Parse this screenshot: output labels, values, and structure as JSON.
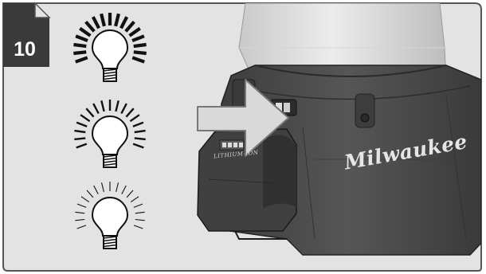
{
  "step": {
    "number": "10"
  },
  "brightness_levels": [
    {
      "icon": "bulb-high-brightness-icon",
      "level": "high"
    },
    {
      "icon": "bulb-medium-brightness-icon",
      "level": "medium"
    },
    {
      "icon": "bulb-low-brightness-icon",
      "level": "low"
    }
  ],
  "product": {
    "brand": "Milwaukee",
    "battery_label": "LITHIUM-ION"
  },
  "icons": {
    "arrow": "arrow-right-icon",
    "power_button": "power-button-icon"
  },
  "colors": {
    "badge": "#3a3a3a",
    "panel": "#e3e3e3",
    "body": "#4a4a4a"
  }
}
